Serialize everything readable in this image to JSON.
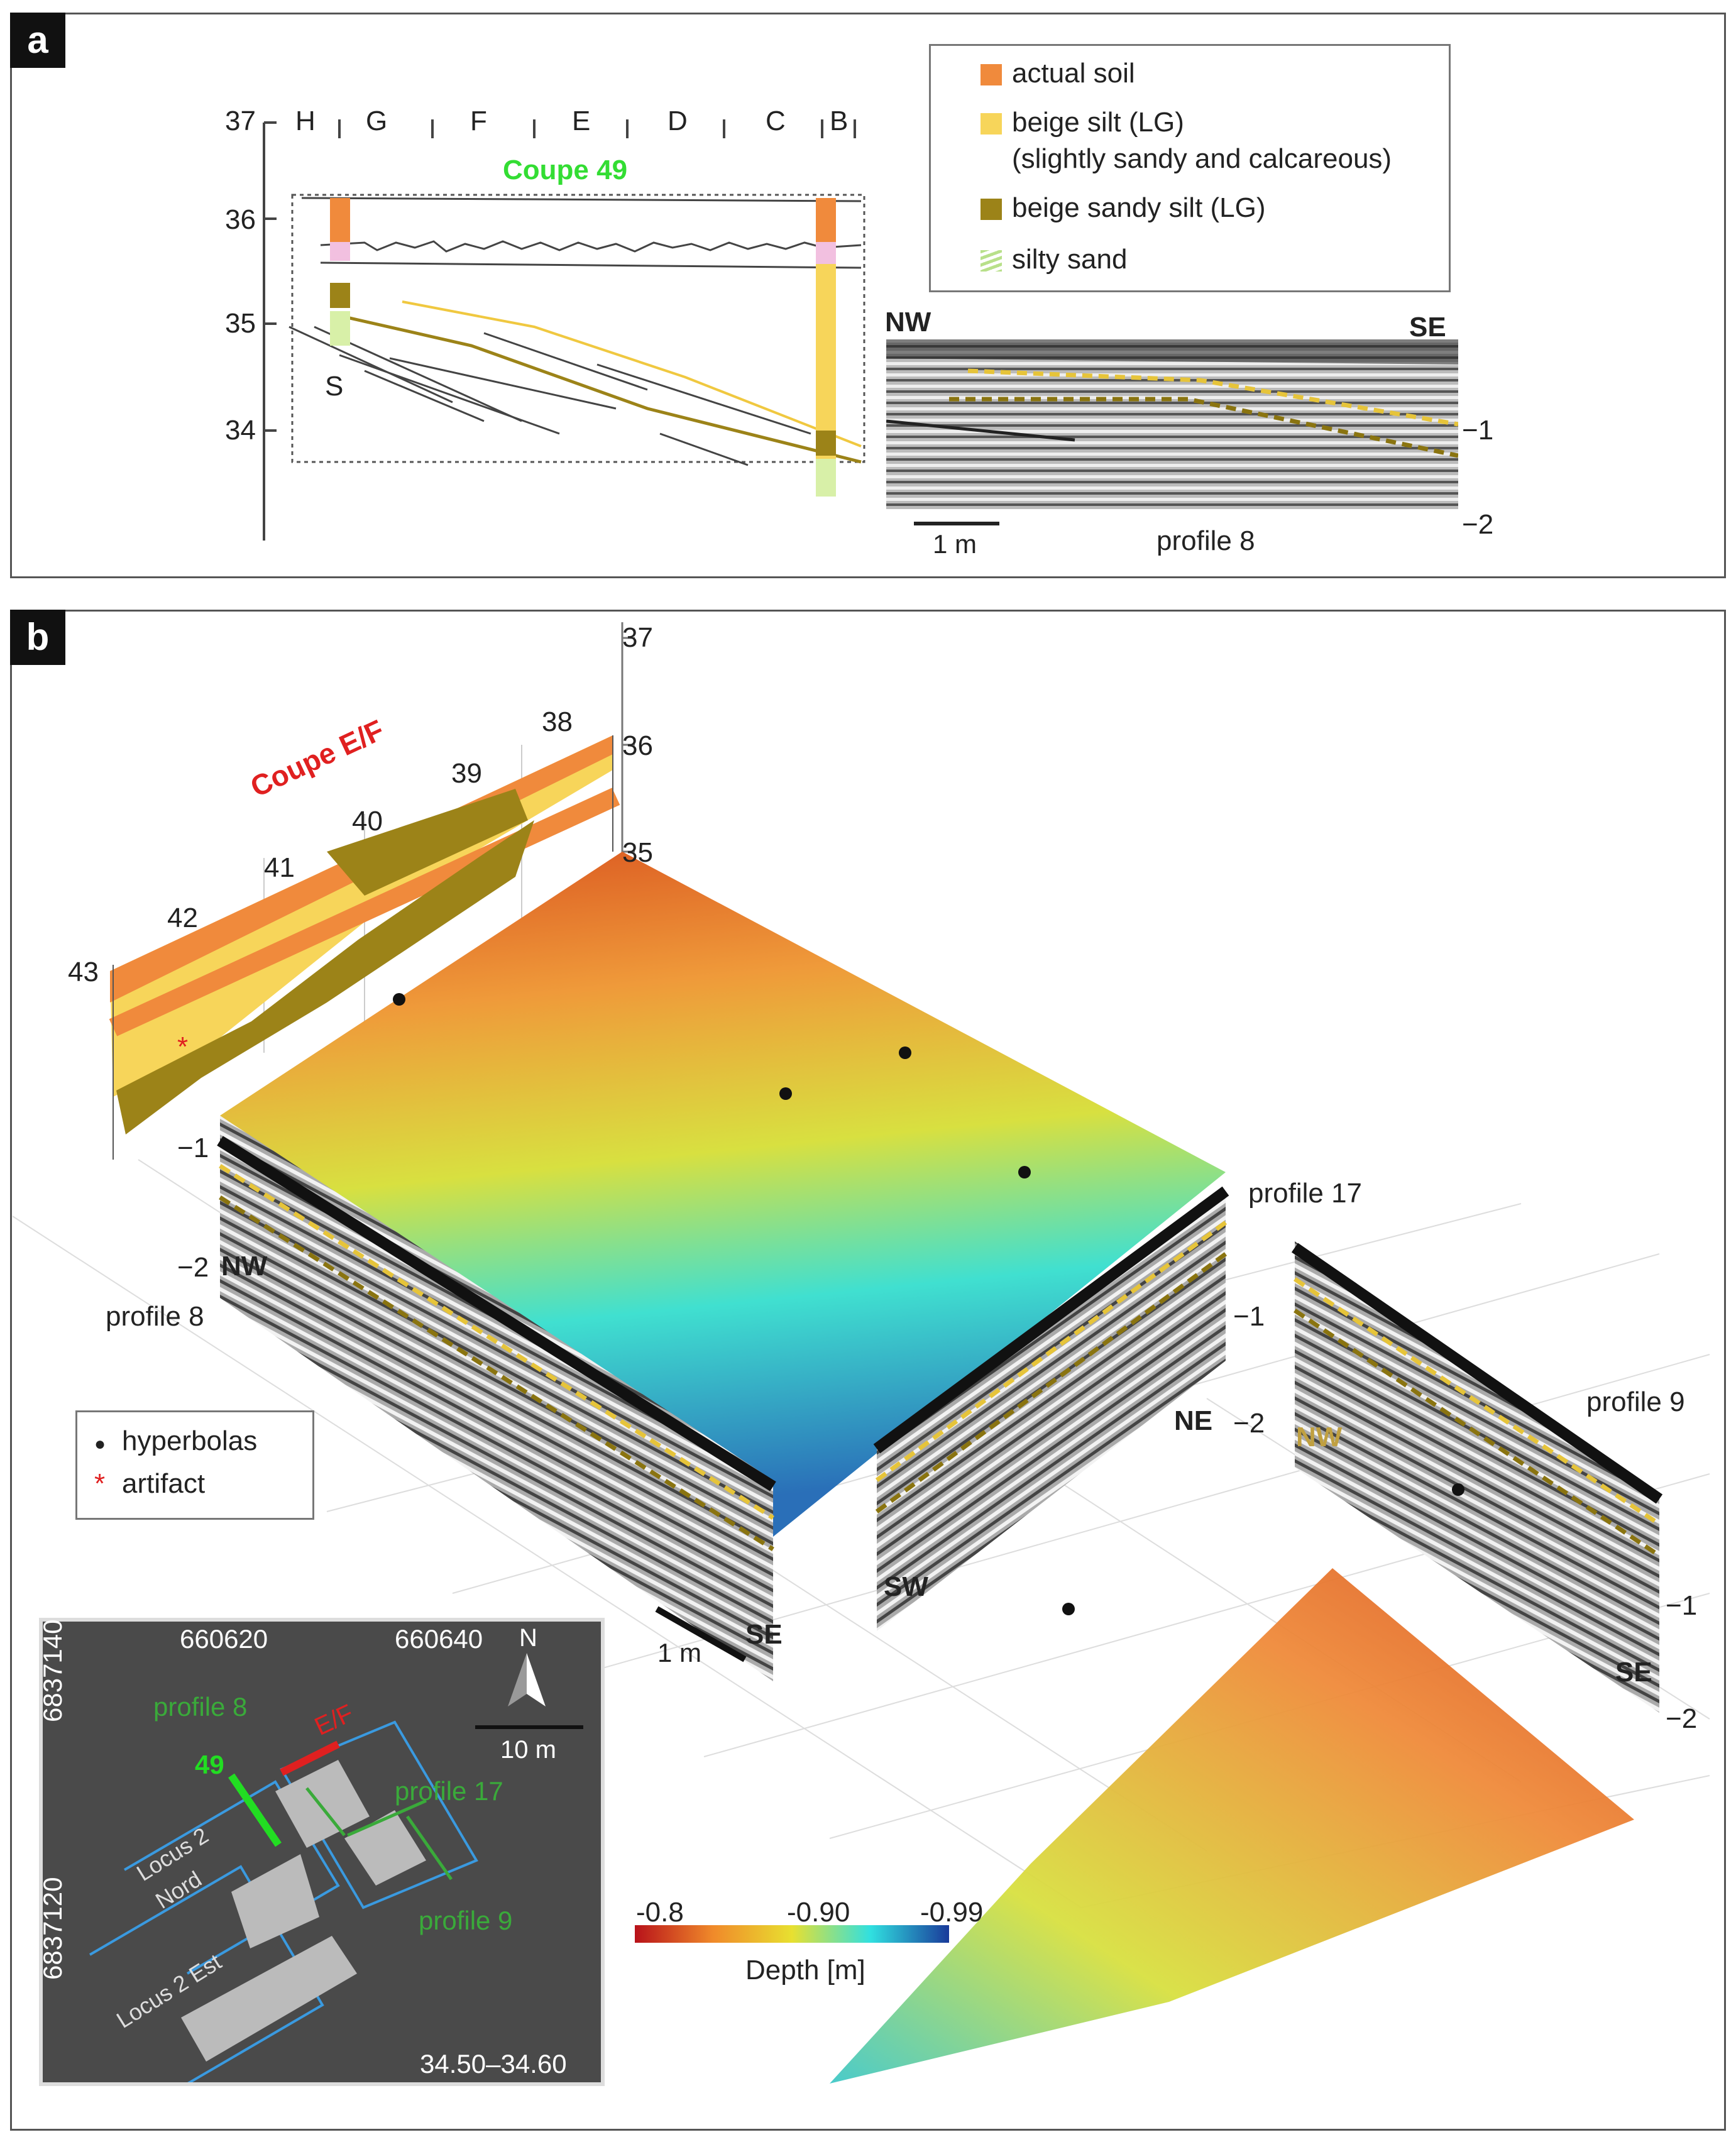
{
  "panel_a": {
    "badge": "a",
    "column_labels": [
      "H",
      "G",
      "F",
      "E",
      "D",
      "C",
      "B"
    ],
    "y_ticks": [
      "37",
      "36",
      "35",
      "34"
    ],
    "section_title": "Coupe 49",
    "s_label": "S",
    "legend": [
      {
        "label": "actual soil",
        "color": "#f08a3c"
      },
      {
        "label": "beige silt (LG)",
        "label2": "(slightly sandy and calcareous)",
        "color": "#f7d55a"
      },
      {
        "label": "beige sandy silt (LG)",
        "color": "#9c8318"
      },
      {
        "label": "silty sand",
        "color": "#b8e08a"
      }
    ],
    "gpr": {
      "left": "NW",
      "right": "SE",
      "ticks": [
        "−1",
        "−2"
      ],
      "scale": "1 m",
      "profile": "profile 8"
    }
  },
  "panel_b": {
    "badge": "b",
    "vert_ticks": [
      "37",
      "36",
      "35"
    ],
    "section_title": "Coupe E/F",
    "section_ticks": [
      "43",
      "42",
      "41",
      "40",
      "39",
      "38"
    ],
    "labels": {
      "profile8": "profile 8",
      "profile17": "profile 17",
      "profile9": "profile 9",
      "nw1": "NW",
      "nw2": "NW",
      "se1": "SE",
      "se2": "SE",
      "ne": "NE",
      "sw": "SW",
      "t_m1a": "−1",
      "t_m2a": "−2",
      "t_m1b": "−1",
      "t_m2b": "−2",
      "t_m1c": "−1",
      "t_m2c": "−2",
      "scale": "1 m"
    },
    "legend": [
      {
        "label": "hyperbolas",
        "symbol": "●"
      },
      {
        "label": "artifact",
        "symbol": "*"
      }
    ],
    "colorbar": {
      "min": "-0.8",
      "mid": "-0.90",
      "max": "-0.99",
      "label": "Depth [m]"
    },
    "colors": {
      "orange": "#f08a3c",
      "yellow": "#f7d55a",
      "olive": "#9c8318",
      "green": "#2ecc40",
      "red": "#e02020"
    }
  },
  "inset": {
    "x_ticks": [
      "660620",
      "660640"
    ],
    "y_ticks": [
      "6837140",
      "6837120"
    ],
    "north": "N",
    "scale": "10 m",
    "profile8": "profile 8",
    "profile17": "profile 17",
    "profile9": "profile 9",
    "label49": "49",
    "labelEF": "E/F",
    "locus_nord_1": "Locus 2",
    "locus_nord_2": "Nord",
    "locus_est": "Locus 2 Est",
    "range": "34.50–34.60"
  }
}
